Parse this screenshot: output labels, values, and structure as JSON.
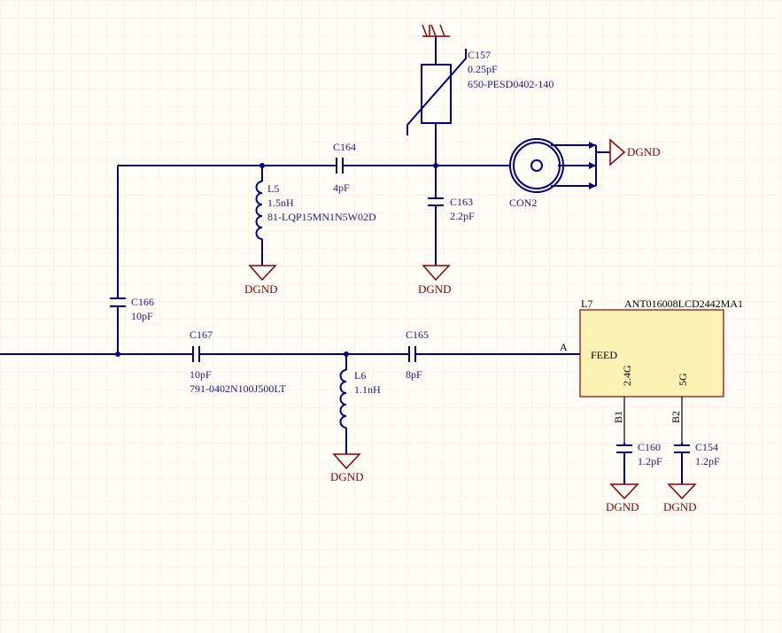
{
  "components": {
    "c157": {
      "ref": "C157",
      "value": "0.25pF",
      "part": "650-PESD0402-140"
    },
    "c164": {
      "ref": "C164",
      "value": "4pF"
    },
    "c163": {
      "ref": "C163",
      "value": "2.2pF"
    },
    "l5": {
      "ref": "L5",
      "value": "1.5nH",
      "part": "81-LQP15MN1N5W02D"
    },
    "con2": {
      "ref": "CON2"
    },
    "c166": {
      "ref": "C166",
      "value": "10pF"
    },
    "c167": {
      "ref": "C167",
      "value": "10pF",
      "part": "791-0402N100J500LT"
    },
    "l6": {
      "ref": "L6",
      "value": "1.1nH"
    },
    "c165": {
      "ref": "C165",
      "value": "8pF"
    },
    "l7": {
      "ref": "L7",
      "part": "ANT016008LCD2442MA1",
      "pin_a": "A",
      "feed": "FEED",
      "band1": "2.4G",
      "band2": "5G",
      "pin_b1": "B1",
      "pin_b2": "B2"
    },
    "c160": {
      "ref": "C160",
      "value": "1.2pF"
    },
    "c154": {
      "ref": "C154",
      "value": "1.2pF"
    }
  },
  "net_labels": {
    "ground": "DGND"
  },
  "colors": {
    "wire": "#000080",
    "ground": "#8b0000",
    "antenna_body": "#fbf2b4",
    "background": "#fffdf6"
  }
}
